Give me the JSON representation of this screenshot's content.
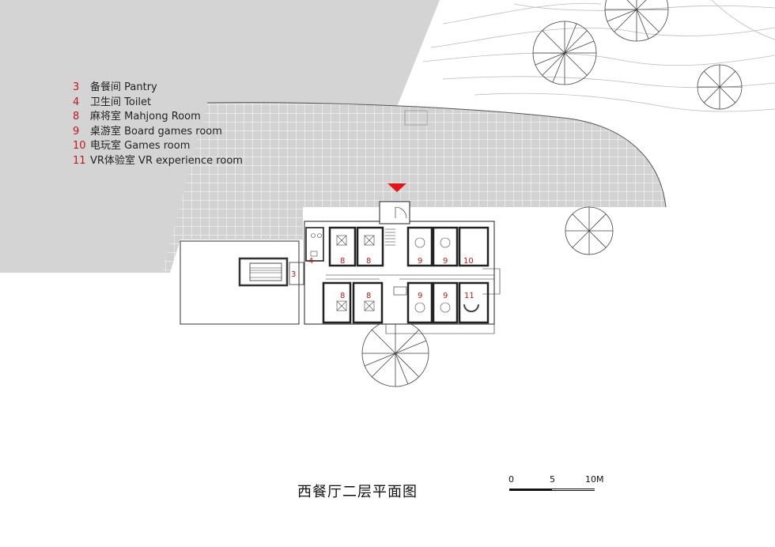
{
  "legend": [
    {
      "num": "3",
      "label": "备餐间 Pantry"
    },
    {
      "num": "4",
      "label": "卫生间 Toilet"
    },
    {
      "num": "8",
      "label": "麻将室 Mahjong Room"
    },
    {
      "num": "9",
      "label": "桌游室 Board games room"
    },
    {
      "num": "10",
      "label": "电玩室 Games room"
    },
    {
      "num": "11",
      "label": "VR体验室 VR experience room"
    }
  ],
  "title": "西餐厅二层平面图",
  "scale": {
    "labels": [
      "0",
      "5",
      "10M"
    ]
  },
  "room_labels": {
    "pantry": "3",
    "toilet": "4",
    "mahjong_top_1": "8",
    "mahjong_top_2": "8",
    "board_top_1": "9",
    "board_top_2": "9",
    "games_room": "10",
    "mahjong_bottom_1": "8",
    "mahjong_bottom_2": "8",
    "board_bottom_1": "9",
    "board_bottom_2": "9",
    "vr_room": "11"
  },
  "colors": {
    "accent": "#c3161c",
    "plaza": "#d4d4d4",
    "grid": "#ffffff",
    "wall": "#222222"
  }
}
